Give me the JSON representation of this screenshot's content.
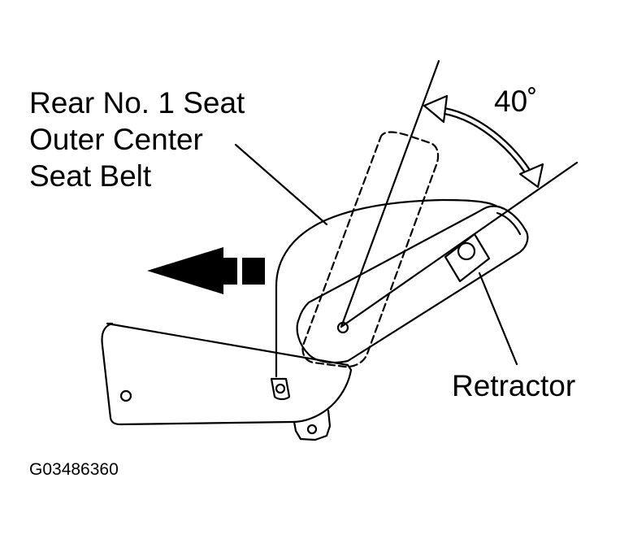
{
  "labels": {
    "seat_belt_line1": "Rear No. 1 Seat",
    "seat_belt_line2": "Outer Center",
    "seat_belt_line3": "Seat Belt",
    "angle": "40˚",
    "retractor": "Retractor",
    "figure_code": "G03486360"
  },
  "colors": {
    "ink": "#000000",
    "paper": "#ffffff"
  },
  "icons": [
    "direction-arrow-icon",
    "angle-arc-arrow-icon"
  ]
}
